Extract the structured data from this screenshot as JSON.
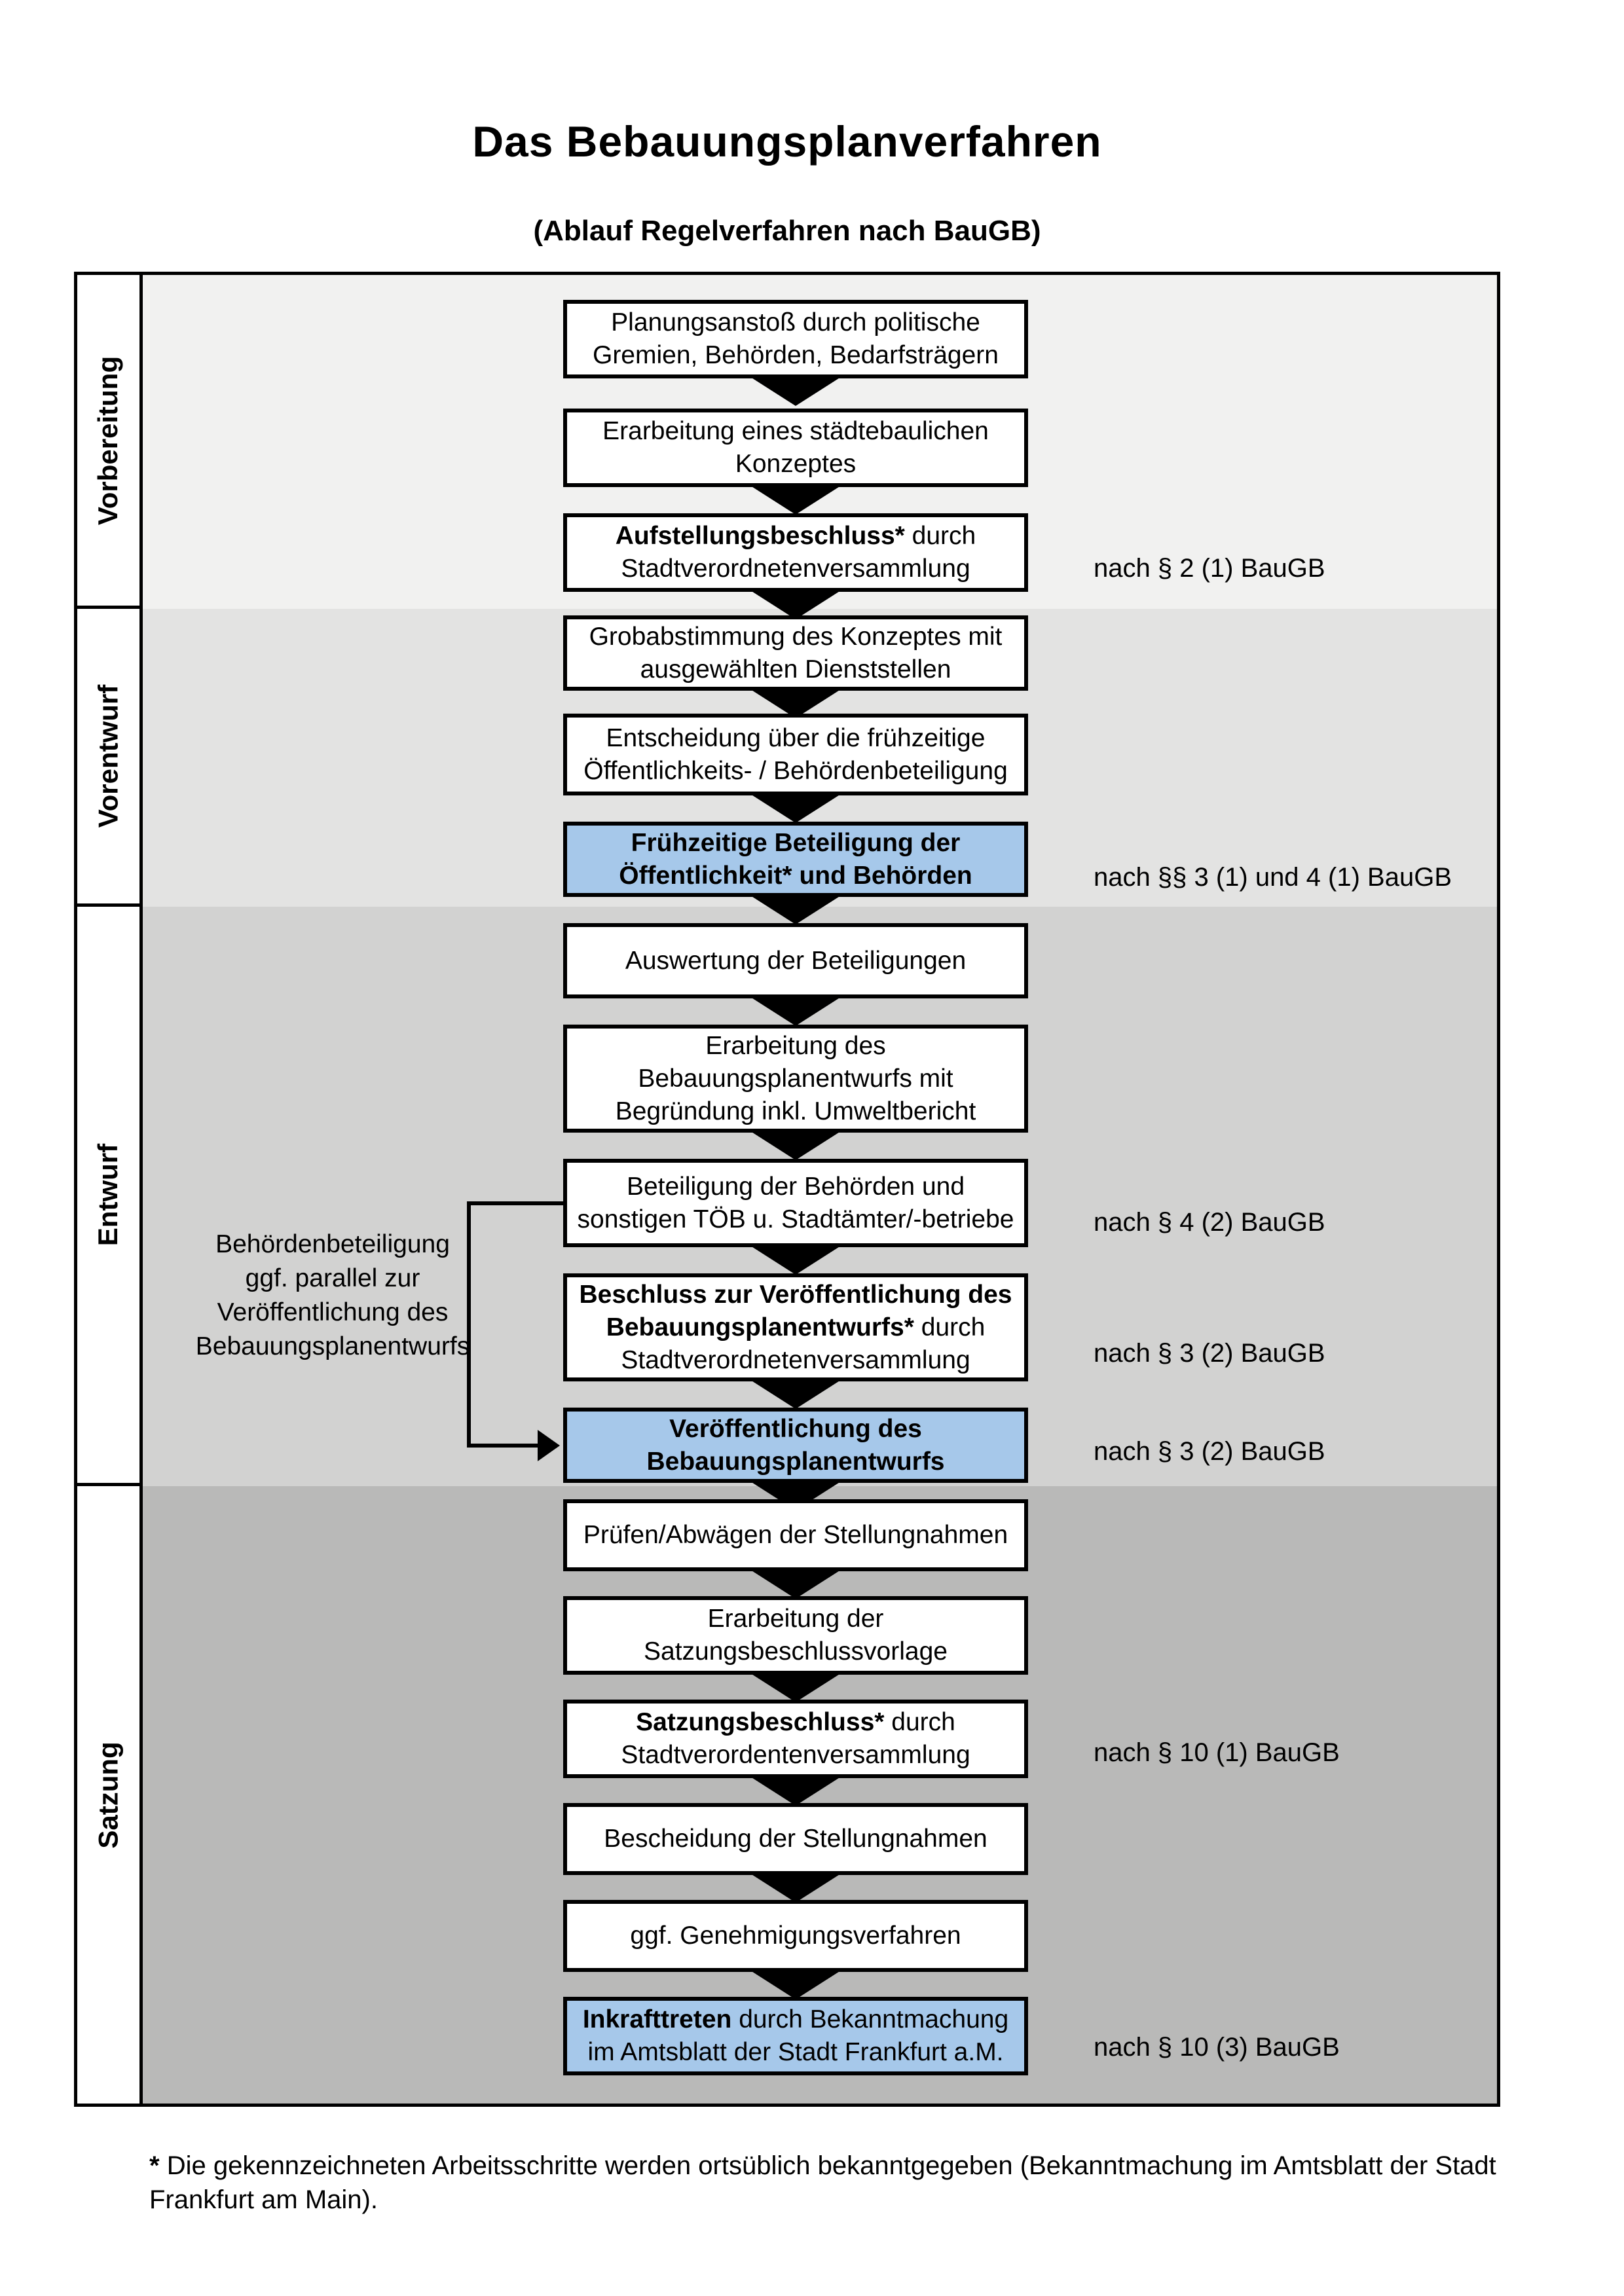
{
  "title": "Das Bebauungsplanverfahren",
  "subtitle": "(Ablauf Regelverfahren nach BauGB)",
  "colors": {
    "band_vorbereitung": "#f1f1f0",
    "band_vorentwurf": "#e3e3e2",
    "band_entwurf": "#d2d2d1",
    "band_satzung": "#b9b9b8",
    "highlight_blue": "#a6c8ea",
    "border": "#000000"
  },
  "phases": [
    {
      "id": "vorbereitung",
      "label": "Vorbereitung"
    },
    {
      "id": "vorentwurf",
      "label": "Vorentwurf"
    },
    {
      "id": "entwurf",
      "label": "Entwurf"
    },
    {
      "id": "satzung",
      "label": "Satzung"
    }
  ],
  "steps": [
    {
      "phase": "vorbereitung",
      "highlight": false,
      "lines": [
        [
          {
            "t": "Planungsanstoß durch politische"
          }
        ],
        [
          {
            "t": "Gremien, Behörden, Bedarfsträgern"
          }
        ]
      ]
    },
    {
      "phase": "vorbereitung",
      "highlight": false,
      "lines": [
        [
          {
            "t": "Erarbeitung eines städtebaulichen"
          }
        ],
        [
          {
            "t": "Konzeptes"
          }
        ]
      ]
    },
    {
      "phase": "vorbereitung",
      "highlight": false,
      "ref": "nach § 2 (1) BauGB",
      "lines": [
        [
          {
            "t": "Aufstellungsbeschluss*",
            "b": true
          },
          {
            "t": " durch"
          }
        ],
        [
          {
            "t": "Stadtverordnetenversammlung"
          }
        ]
      ]
    },
    {
      "phase": "vorentwurf",
      "highlight": false,
      "lines": [
        [
          {
            "t": "Grobabstimmung des Konzeptes mit"
          }
        ],
        [
          {
            "t": "ausgewählten Dienststellen"
          }
        ]
      ]
    },
    {
      "phase": "vorentwurf",
      "highlight": false,
      "lines": [
        [
          {
            "t": "Entscheidung über die frühzeitige"
          }
        ],
        [
          {
            "t": "Öffentlichkeits- / Behördenbeteiligung"
          }
        ]
      ]
    },
    {
      "phase": "vorentwurf",
      "highlight": true,
      "ref": "nach §§ 3 (1) und 4 (1) BauGB",
      "lines": [
        [
          {
            "t": "Frühzeitige Beteiligung der",
            "b": true
          }
        ],
        [
          {
            "t": "Öffentlichkeit* und Behörden",
            "b": true
          }
        ]
      ]
    },
    {
      "phase": "entwurf",
      "highlight": false,
      "lines": [
        [
          {
            "t": "Auswertung der Beteiligungen"
          }
        ]
      ]
    },
    {
      "phase": "entwurf",
      "highlight": false,
      "lines": [
        [
          {
            "t": "Erarbeitung des"
          }
        ],
        [
          {
            "t": "Bebauungsplanentwurfs mit"
          }
        ],
        [
          {
            "t": "Begründung inkl. Umweltbericht"
          }
        ]
      ]
    },
    {
      "phase": "entwurf",
      "highlight": false,
      "ref": "nach § 4 (2) BauGB",
      "lines": [
        [
          {
            "t": "Beteiligung der Behörden und"
          }
        ],
        [
          {
            "t": "sonstigen TÖB u. Stadtämter/-betriebe"
          }
        ]
      ]
    },
    {
      "phase": "entwurf",
      "highlight": false,
      "ref": "nach § 3 (2) BauGB",
      "lines": [
        [
          {
            "t": "Beschluss zur Veröffentlichung des",
            "b": true
          }
        ],
        [
          {
            "t": "Bebauungsplanentwurfs*",
            "b": true
          },
          {
            "t": " durch"
          }
        ],
        [
          {
            "t": "Stadtverordnetenversammlung"
          }
        ]
      ]
    },
    {
      "phase": "entwurf",
      "highlight": true,
      "ref": "nach § 3 (2) BauGB",
      "lines": [
        [
          {
            "t": "Veröffentlichung des",
            "b": true
          }
        ],
        [
          {
            "t": "Bebauungsplanentwurfs",
            "b": true
          }
        ]
      ]
    },
    {
      "phase": "satzung",
      "highlight": false,
      "lines": [
        [
          {
            "t": "Prüfen/Abwägen der Stellungnahmen"
          }
        ]
      ]
    },
    {
      "phase": "satzung",
      "highlight": false,
      "lines": [
        [
          {
            "t": "Erarbeitung der"
          }
        ],
        [
          {
            "t": "Satzungsbeschlussvorlage"
          }
        ]
      ]
    },
    {
      "phase": "satzung",
      "highlight": false,
      "ref": "nach § 10 (1) BauGB",
      "lines": [
        [
          {
            "t": "Satzungsbeschluss*",
            "b": true
          },
          {
            "t": " durch"
          }
        ],
        [
          {
            "t": "Stadtverordentenversammlung"
          }
        ]
      ]
    },
    {
      "phase": "satzung",
      "highlight": false,
      "lines": [
        [
          {
            "t": "Bescheidung der Stellungnahmen"
          }
        ]
      ]
    },
    {
      "phase": "satzung",
      "highlight": false,
      "lines": [
        [
          {
            "t": "ggf. Genehmigungsverfahren"
          }
        ]
      ]
    },
    {
      "phase": "satzung",
      "highlight": true,
      "ref": "nach § 10 (3) BauGB",
      "lines": [
        [
          {
            "t": "Inkrafttreten",
            "b": true
          },
          {
            "t": " durch Bekanntmachung"
          }
        ],
        [
          {
            "t": "im Amtsblatt der Stadt Frankfurt a.M."
          }
        ]
      ]
    }
  ],
  "side_note": {
    "lines": [
      "Behördenbeteiligung",
      "ggf. parallel zur",
      "Veröffentlichung des",
      "Bebauungsplanentwurfs"
    ]
  },
  "footnote": {
    "marker": "*",
    "text": " Die gekennzeichneten Arbeitsschritte werden ortsüblich bekanntgegeben (Bekanntmachung im Amtsblatt  der Stadt Frankfurt am Main)."
  }
}
